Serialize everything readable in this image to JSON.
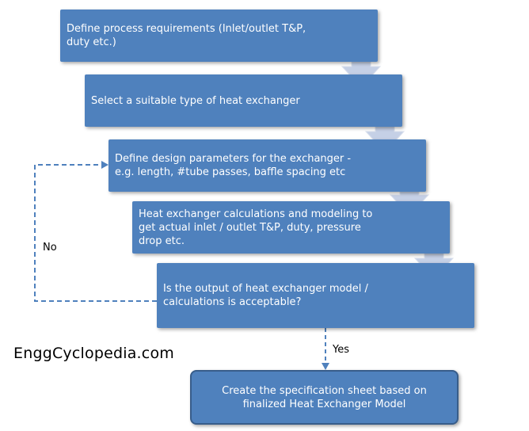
{
  "steps": [
    {
      "text": "Define process requirements (Inlet/outlet T&P,\nduty etc.)"
    },
    {
      "text": "Select a suitable type of heat exchanger"
    },
    {
      "text": "Define design parameters for the exchanger -\ne.g. length, #tube passes, baffle spacing etc"
    },
    {
      "text": "Heat exchanger calculations and modeling to\nget actual inlet / outlet T&P, duty, pressure\ndrop etc."
    },
    {
      "text": "Is the output of heat exchanger model /\ncalculations is acceptable?"
    },
    {
      "text": "Create the specification sheet based on\nfinalized Heat Exchanger Model"
    }
  ],
  "labels": {
    "no": "No",
    "yes": "Yes",
    "watermark": "EnggCyclopedia.com"
  },
  "colors": {
    "box_fill": "#4f81bd",
    "box_text": "#ffffff",
    "final_box_border": "#385d8a",
    "arrow_fill": "#c5d0e6",
    "dashed_line": "#4f81bd"
  }
}
